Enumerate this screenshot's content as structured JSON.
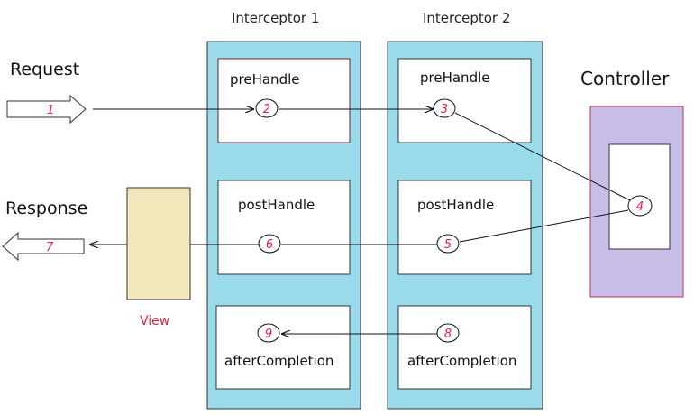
{
  "request_label": "Request",
  "response_label": "Response",
  "view_label": "View",
  "controller_label": "Controller",
  "interceptor1": {
    "title": "Interceptor 1",
    "pre": "preHandle",
    "post": "postHandle",
    "after": "afterCompletion"
  },
  "interceptor2": {
    "title": "Interceptor 2",
    "pre": "preHandle",
    "post": "postHandle",
    "after": "afterCompletion"
  },
  "steps": [
    "1",
    "2",
    "3",
    "4",
    "5",
    "6",
    "7",
    "8",
    "9"
  ],
  "colors": {
    "interceptor_fill": "#99dbea",
    "controller_fill": "#c8bde6",
    "controller_border": "#b8325a",
    "view_fill": "#f1e7b8",
    "number_color": "#e8203c",
    "box_border": "#7a1a30"
  }
}
